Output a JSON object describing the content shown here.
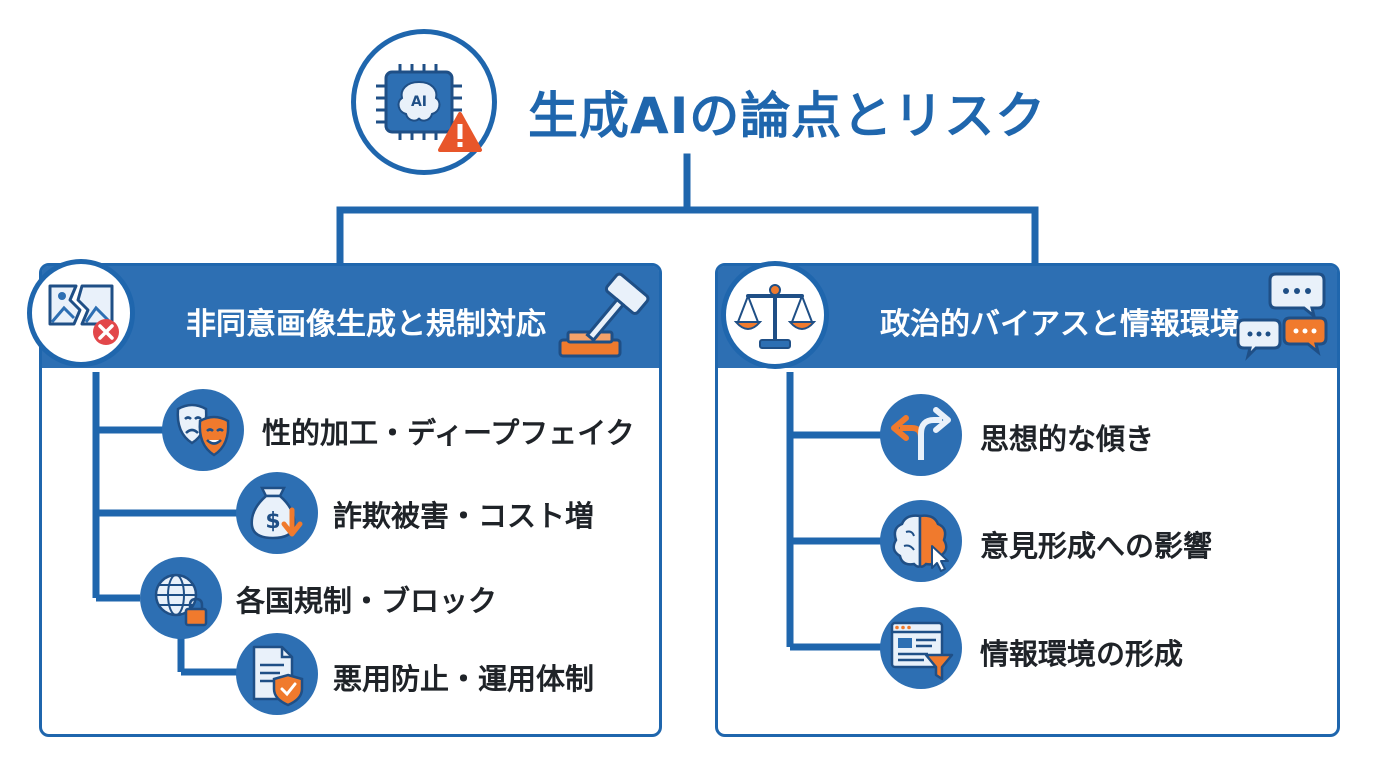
{
  "title": "生成AIの論点とリスク",
  "colors": {
    "primary": "#1f66ad",
    "header": "#2d6fb3",
    "accent": "#f07a2d",
    "warning": "#e8562a"
  },
  "center_icon": {
    "icon": "ai-chip-brain-icon",
    "badge": "warning-triangle-icon",
    "chip_label": "AI"
  },
  "left": {
    "title": "非同意画像生成と規制対応",
    "header_icon": "broken-image-error-icon",
    "decor_icon": "gavel-icon",
    "items": [
      {
        "label": "性的加工・ディープフェイク",
        "icon": "theater-masks-icon"
      },
      {
        "label": "詐欺被害・コスト増",
        "icon": "money-bag-down-icon"
      },
      {
        "label": "各国規制・ブロック",
        "icon": "globe-lock-icon"
      },
      {
        "label": "悪用防止・運用体制",
        "icon": "document-shield-icon"
      }
    ]
  },
  "right": {
    "title": "政治的バイアスと情報環境",
    "header_icon": "scales-icon",
    "decor_icon": "speech-bubbles-icon",
    "items": [
      {
        "label": "思想的な傾き",
        "icon": "split-arrows-icon"
      },
      {
        "label": "意見形成への影響",
        "icon": "brain-cursor-icon"
      },
      {
        "label": "情報環境の形成",
        "icon": "browser-filter-icon"
      }
    ]
  }
}
